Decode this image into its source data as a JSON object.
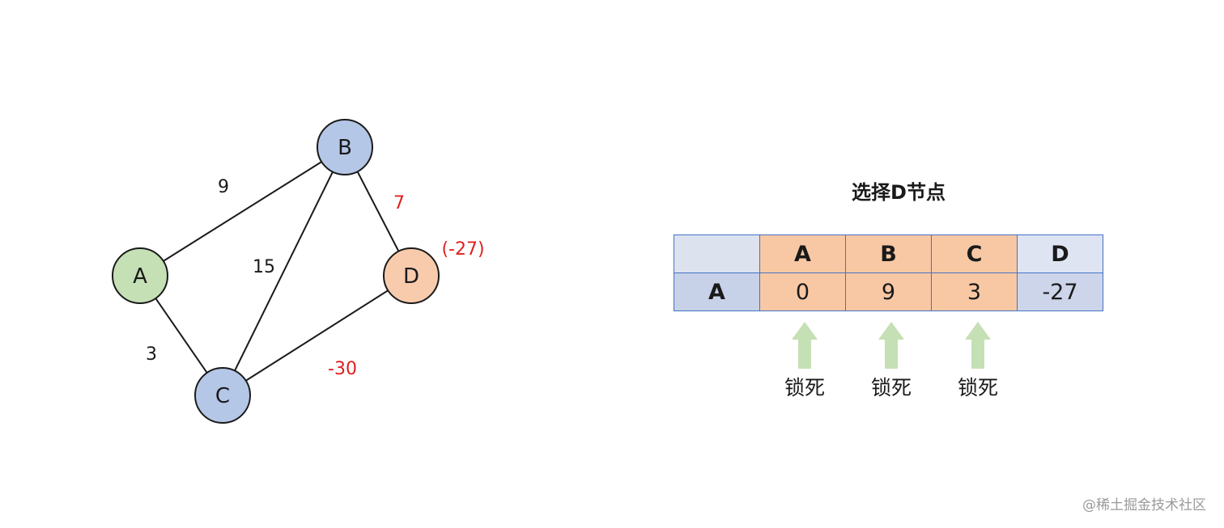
{
  "graph": {
    "nodes": [
      {
        "id": "A",
        "label": "A",
        "fill": "#c5e0b4"
      },
      {
        "id": "B",
        "label": "B",
        "fill": "#b4c7e7"
      },
      {
        "id": "C",
        "label": "C",
        "fill": "#b4c7e7"
      },
      {
        "id": "D",
        "label": "D",
        "fill": "#f8cbad"
      }
    ],
    "edges": [
      {
        "from": "A",
        "to": "B",
        "weight": "9",
        "highlight": false
      },
      {
        "from": "A",
        "to": "C",
        "weight": "3",
        "highlight": false
      },
      {
        "from": "B",
        "to": "C",
        "weight": "15",
        "highlight": false
      },
      {
        "from": "B",
        "to": "D",
        "weight": "7",
        "highlight": true
      },
      {
        "from": "C",
        "to": "D",
        "weight": "-30",
        "highlight": true
      }
    ],
    "d_annotation": "(-27)",
    "highlight_color": "#e02020"
  },
  "table": {
    "title": "选择D节点",
    "headers": [
      "",
      "A",
      "B",
      "C",
      "D"
    ],
    "row": {
      "label": "A",
      "values": [
        "0",
        "9",
        "3",
        "-27"
      ]
    }
  },
  "locks": [
    "锁死",
    "锁死",
    "锁死"
  ],
  "watermark": "@稀土掘金技术社区"
}
